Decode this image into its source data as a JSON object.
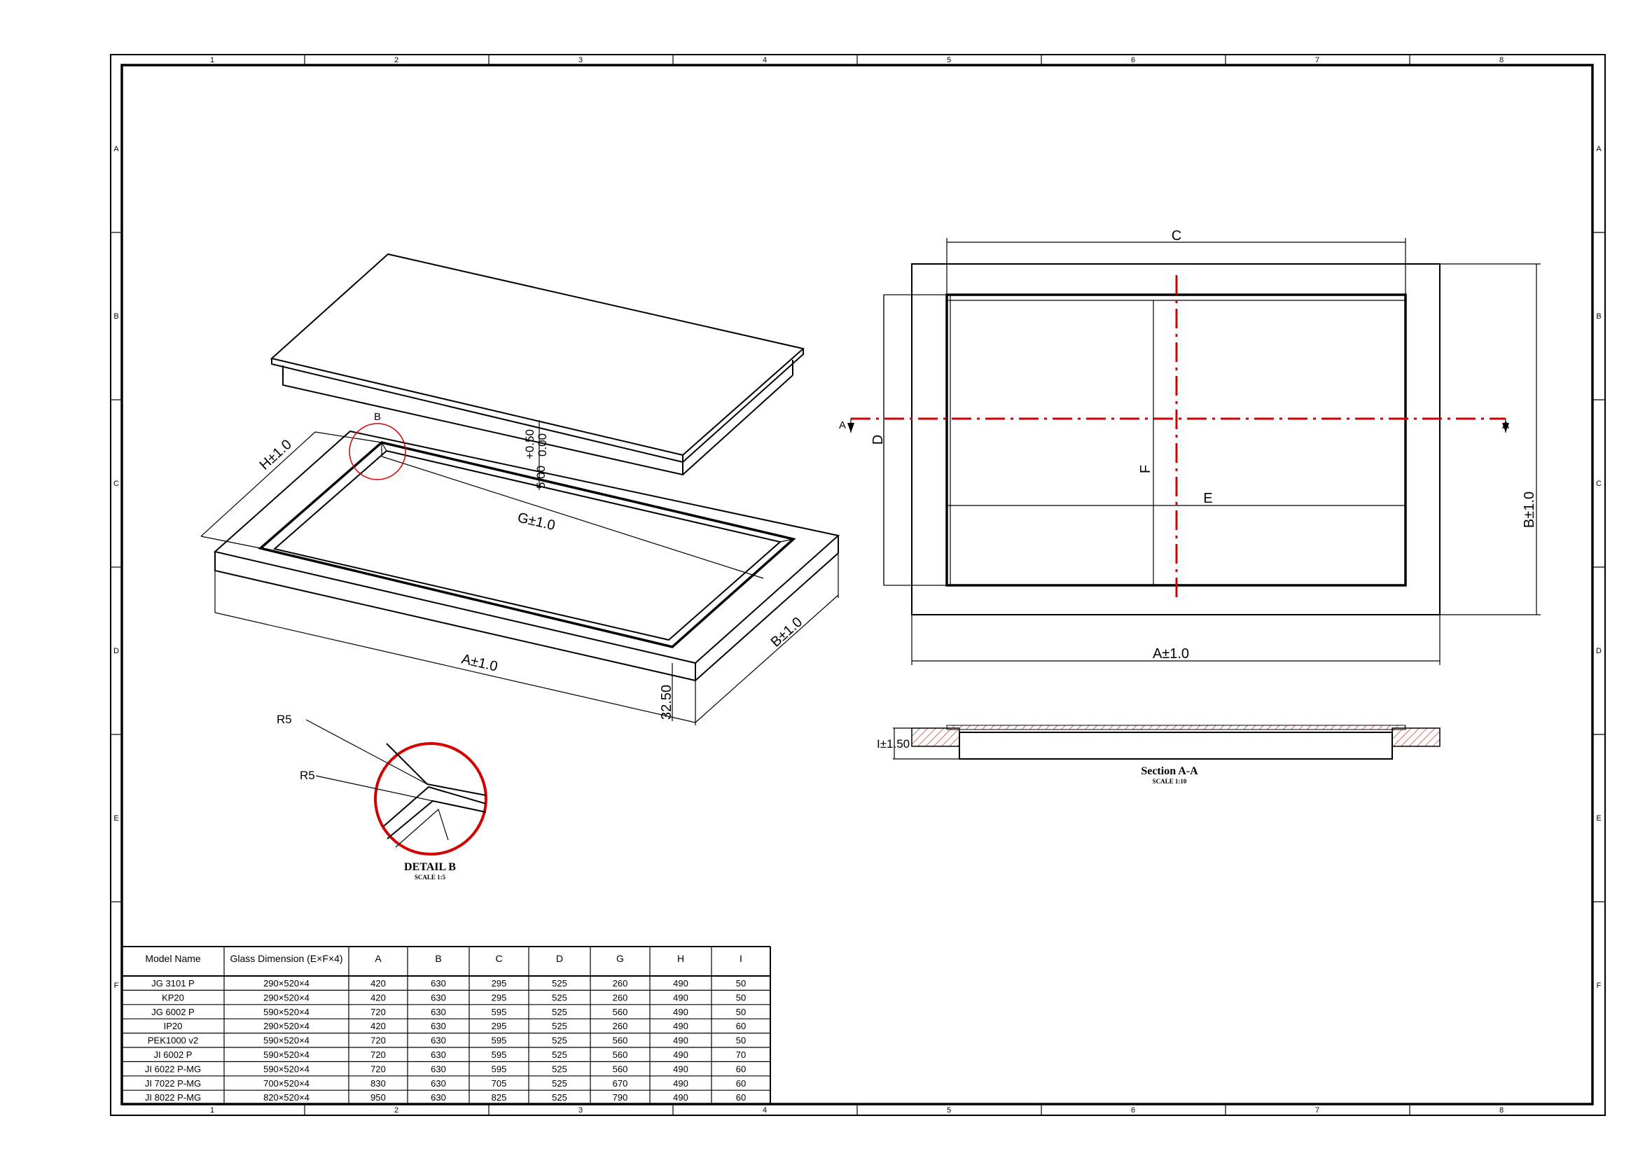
{
  "zones": {
    "columns": [
      "1",
      "2",
      "3",
      "4",
      "5",
      "6",
      "7",
      "8"
    ],
    "rows": [
      "A",
      "B",
      "C",
      "D",
      "E",
      "F"
    ]
  },
  "iso_view": {
    "label_b": "B",
    "dim_h": "H±1.0",
    "dim_g": "G±1.0",
    "dim_a": "A±1.0",
    "dim_b": "B±1.0",
    "dim_height": "32.50",
    "dim_tol_top": "+0.50",
    "dim_tol_bottom": "0.00",
    "dim_tol_base": "5.00"
  },
  "detail_b": {
    "r5_top": "R5",
    "r5_bottom": "R5",
    "title": "DETAIL B",
    "scale": "SCALE 1:5"
  },
  "plan_view": {
    "dim_c": "C",
    "dim_d": "D",
    "dim_f": "F",
    "dim_e": "E",
    "dim_b": "B±1.0",
    "dim_a": "A±1.0",
    "section_left": "A",
    "section_right": "A"
  },
  "section_view": {
    "dim_i": "I±1.50",
    "title": "Section A-A",
    "scale": "SCALE 1:10"
  },
  "table": {
    "headers": [
      "Model Name",
      "Glass Dimension (E×F×4)",
      "A",
      "B",
      "C",
      "D",
      "G",
      "H",
      "I"
    ],
    "rows": [
      [
        "JG 3101 P",
        "290×520×4",
        "420",
        "630",
        "295",
        "525",
        "260",
        "490",
        "50"
      ],
      [
        "KP20",
        "290×520×4",
        "420",
        "630",
        "295",
        "525",
        "260",
        "490",
        "50"
      ],
      [
        "JG 6002 P",
        "590×520×4",
        "720",
        "630",
        "595",
        "525",
        "560",
        "490",
        "50"
      ],
      [
        "IP20",
        "290×520×4",
        "420",
        "630",
        "295",
        "525",
        "260",
        "490",
        "60"
      ],
      [
        "PEK1000 v2",
        "590×520×4",
        "720",
        "630",
        "595",
        "525",
        "560",
        "490",
        "50"
      ],
      [
        "JI 6002 P",
        "590×520×4",
        "720",
        "630",
        "595",
        "525",
        "560",
        "490",
        "70"
      ],
      [
        "JI 6022 P-MG",
        "590×520×4",
        "720",
        "630",
        "595",
        "525",
        "560",
        "490",
        "60"
      ],
      [
        "JI 7022 P-MG",
        "700×520×4",
        "830",
        "630",
        "705",
        "525",
        "670",
        "490",
        "60"
      ],
      [
        "JI 8022 P-MG",
        "820×520×4",
        "950",
        "630",
        "825",
        "525",
        "790",
        "490",
        "60"
      ]
    ]
  },
  "colors": {
    "line": "#000000",
    "accent": "#d40000",
    "hatch": "#c04040"
  }
}
